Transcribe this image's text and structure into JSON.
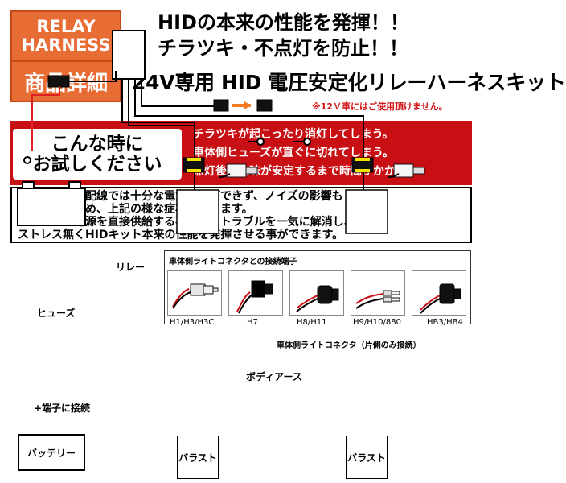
{
  "badge": {
    "line1": "RELAY",
    "line2": "HARNESS",
    "line3": "商品詳細"
  },
  "header": {
    "line1": "HIDの本来の性能を発揮！！",
    "line2": "チラツキ・不点灯を防止！！",
    "kit_title": "24V専用 HID 電圧安定化リレーハーネスキット",
    "note_12v": "※12Ｖ車にはご使用頂けません。"
  },
  "red_banner": {
    "left_line1": "こんな時に",
    "left_line2": "お試しください",
    "symptoms": [
      "チラツキが起こったり消灯してしまう。",
      "車体側ヒューズが直ぐに切れてしまう。",
      "点灯後、色味が安定するまで時間がかかる"
    ]
  },
  "description": {
    "lines": [
      "純正の軟弱な配線では十分な電力供給ができず、ノイズの影響も",
      "受けやすいため、上記の様な症状が起きます。",
      "バッテリー電源を直接供給する事によりトラブルを一気に解消し、",
      "ストレス無くHIDキット本来の性能を発揮させる事ができます。"
    ]
  },
  "diagram": {
    "connectors_title": "車体側ライトコネクタとの接続端子",
    "connectors": [
      {
        "label": "H1/H3/H3C"
      },
      {
        "label": "H7"
      },
      {
        "label": "H8/H11"
      },
      {
        "label": "H9/H10/880"
      },
      {
        "label": "HB3/HB4"
      }
    ],
    "relay_label": "リレー",
    "fuse_label": "ヒューズ",
    "body_connector_label": "車体側ライトコネクタ（片側のみ接続）",
    "body_earth_label": "ボディアース",
    "plus_terminal_label": "+端子に接続",
    "battery_label": "バッテリー",
    "ballast_label_left": "バラスト",
    "ballast_label_right": "バラスト",
    "colors": {
      "badge_orange": "#e86d34",
      "banner_red": "#c70f14",
      "note_red": "#d31414",
      "arrow_orange": "#f47b20",
      "fuse_wire_red": "#e11f25"
    }
  }
}
